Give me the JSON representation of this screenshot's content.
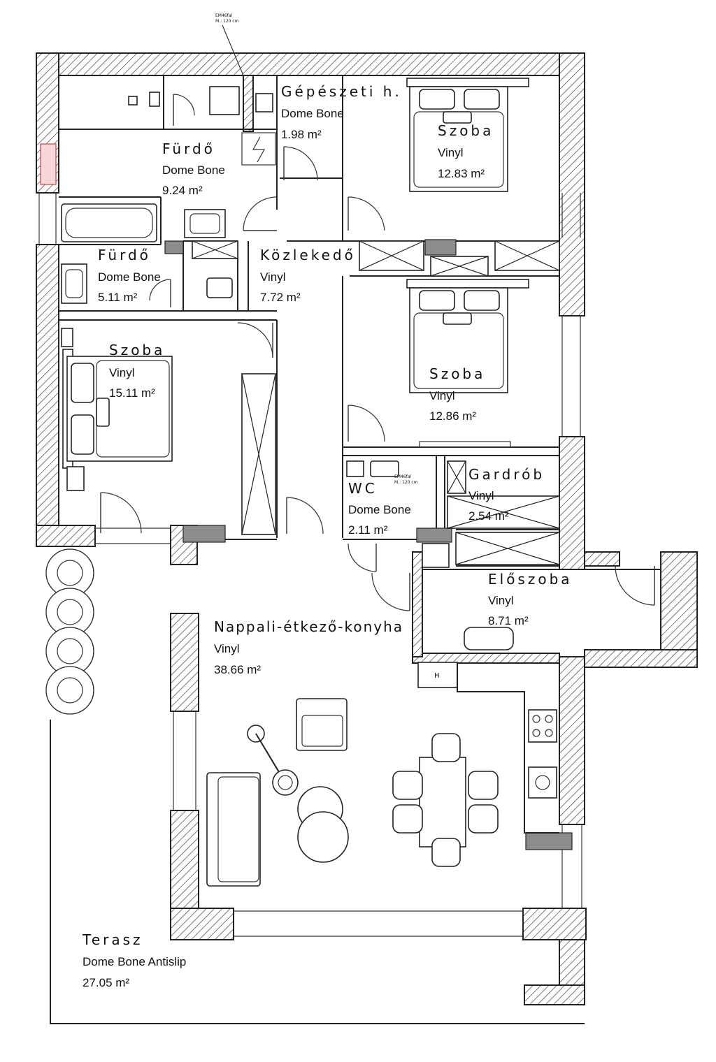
{
  "rooms": [
    {
      "key": "gepeszeti",
      "name": "Gépészeti h.",
      "floor": "Dome Bone",
      "area": "1.98 m²"
    },
    {
      "key": "furdo1",
      "name": "Fürdő",
      "floor": "Dome Bone",
      "area": "9.24 m²"
    },
    {
      "key": "szoba_ne",
      "name": "Szoba",
      "floor": "Vinyl",
      "area": "12.83 m²"
    },
    {
      "key": "furdo2",
      "name": "Fürdő",
      "floor": "Dome Bone",
      "area": "5.11 m²"
    },
    {
      "key": "kozlekedo",
      "name": "Közlekedő",
      "floor": "Vinyl",
      "area": "7.72 m²"
    },
    {
      "key": "szoba_w",
      "name": "Szoba",
      "floor": "Vinyl",
      "area": "15.11 m²"
    },
    {
      "key": "szoba_e",
      "name": "Szoba",
      "floor": "Vinyl",
      "area": "12.86 m²"
    },
    {
      "key": "wc",
      "name": "WC",
      "floor": "Dome Bone",
      "area": "2.11 m²"
    },
    {
      "key": "gardrob",
      "name": "Gardrób",
      "floor": "Vinyl",
      "area": "2.54 m²"
    },
    {
      "key": "eloszoba",
      "name": "Előszoba",
      "floor": "Vinyl",
      "area": "8.71 m²"
    },
    {
      "key": "nappali",
      "name": "Nappali-étkező-konyha",
      "floor": "Vinyl",
      "area": "38.66 m²"
    },
    {
      "key": "terasz",
      "name": "Terasz",
      "floor": "Dome Bone Antislip",
      "area": "27.05 m²"
    }
  ],
  "small_labels": {
    "electric_top_1": "EM46fal",
    "electric_top_2": "M.: 120 cm",
    "electric_wc_1": "EM46fal",
    "electric_wc_2": "M.: 120 cm",
    "hob_letter": "H"
  }
}
